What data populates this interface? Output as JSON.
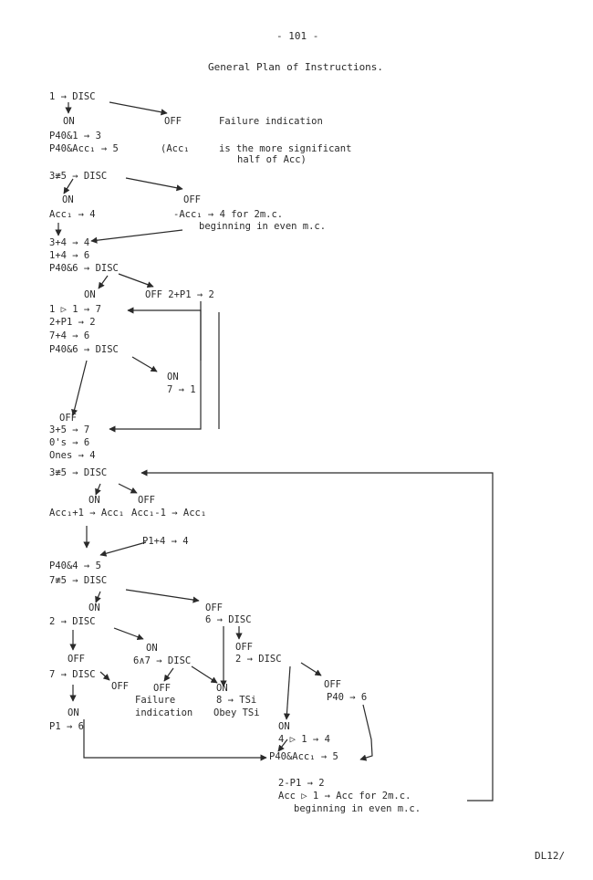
{
  "header": {
    "page_number": "- 101 -",
    "title": "General Plan of Instructions."
  },
  "footer": {
    "ref": "DL12/"
  },
  "nodes": {
    "n1": "1 → DISC",
    "on1": "ON",
    "off1": "OFF",
    "fail1": "Failure indication",
    "p1": "P40&1 → 3",
    "p2": "P40&Acc₁ → 5",
    "note1a": "(Acc₁",
    "note1b": "is the more significant",
    "note1c": "half of Acc)",
    "d2": "3≢5 → DISC",
    "on2": "ON",
    "off2": "OFF",
    "acc4": "Acc₁ → 4",
    "neg_acc": "-Acc₁ → 4 for 2m.c.",
    "neg_acc2": "beginning in even m.c.",
    "s344": "3+4 → 4",
    "s146": "1+4 → 6",
    "d3": "P40&6 → DISC",
    "on3": "ON",
    "off3": "OFF 2+P1 → 2",
    "r1": "1 ▷ 1 → 7",
    "r2": "2+P1 → 2",
    "r3": "7+4 → 6",
    "d4": "P40&6 → DISC",
    "on4": "ON",
    "on4b": "7 → 1",
    "off4": "OFF",
    "s357": "3+5 → 7",
    "s06": "0's → 6",
    "ones": "Ones → 4",
    "d5": "3≢5 → DISC",
    "on5": "ON",
    "off5": "OFF",
    "acc_inc": "Acc₁+1 → Acc₁",
    "acc_dec": "Acc₁-1 → Acc₁",
    "p14": "P1+4 → 4",
    "p40_4": "P40&4 → 5",
    "d6": "7≢5 → DISC",
    "on6": "ON",
    "off6": "OFF",
    "d7": "2 → DISC",
    "d8": "6 → DISC",
    "on7": "ON",
    "off8": "OFF",
    "d9": "6∧7 → DISC",
    "d10": "2 → DISC",
    "off7": "OFF",
    "d11": "7 → DISC",
    "off11": "OFF",
    "off9": "OFF",
    "on9": "ON",
    "fail2a": "Failure",
    "fail2b": "indication",
    "on9b": "8 → TSi",
    "obey": "Obey TSi",
    "off10": "OFF",
    "p40_6": "P40 → 6",
    "on10": "ON",
    "r41": "4 ▷ 1 → 4",
    "p40acc": "P40&Acc₁ → 5",
    "on11": "ON",
    "p16": "P1 → 6",
    "end1": "2-P1 → 2",
    "end2": "Acc ▷ 1 → Acc for 2m.c.",
    "end3": "beginning in even m.c."
  }
}
